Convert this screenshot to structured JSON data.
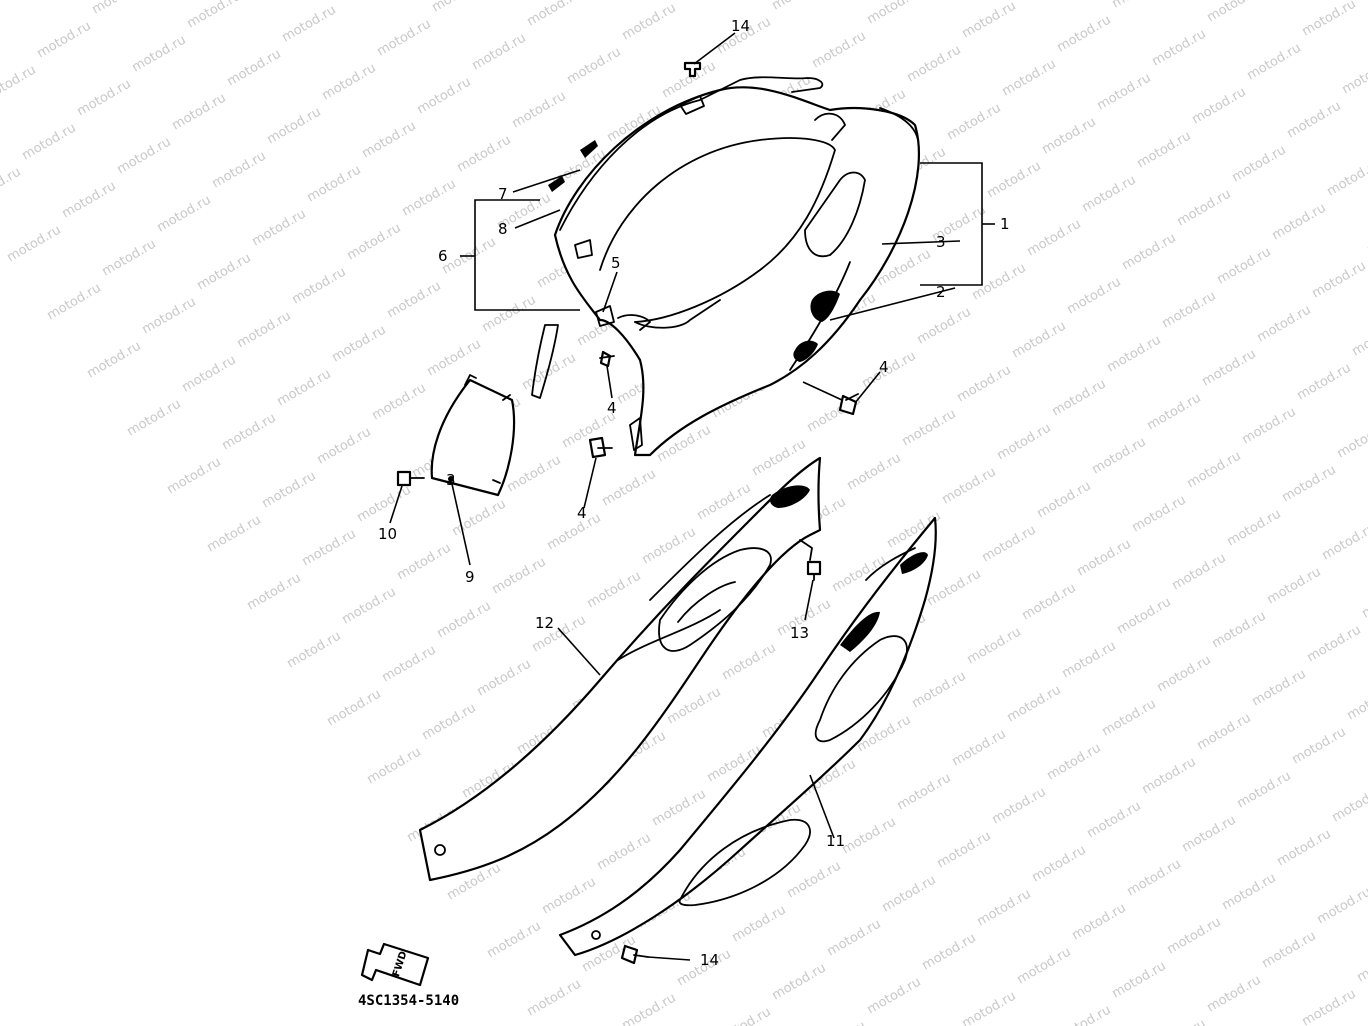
{
  "diagram": {
    "watermark_text": "motod.ru",
    "part_code": "4SC1354-5140",
    "fwd_label": "FWD",
    "callouts": {
      "c1": "1",
      "c2": "2",
      "c3a": "3",
      "c3b": "3",
      "c4a": "4",
      "c4b": "4",
      "c4c": "4",
      "c5": "5",
      "c6": "6",
      "c7": "7",
      "c8": "8",
      "c9": "9",
      "c10": "10",
      "c11": "11",
      "c12": "12",
      "c13": "13",
      "c14a": "14",
      "c14b": "14"
    }
  }
}
